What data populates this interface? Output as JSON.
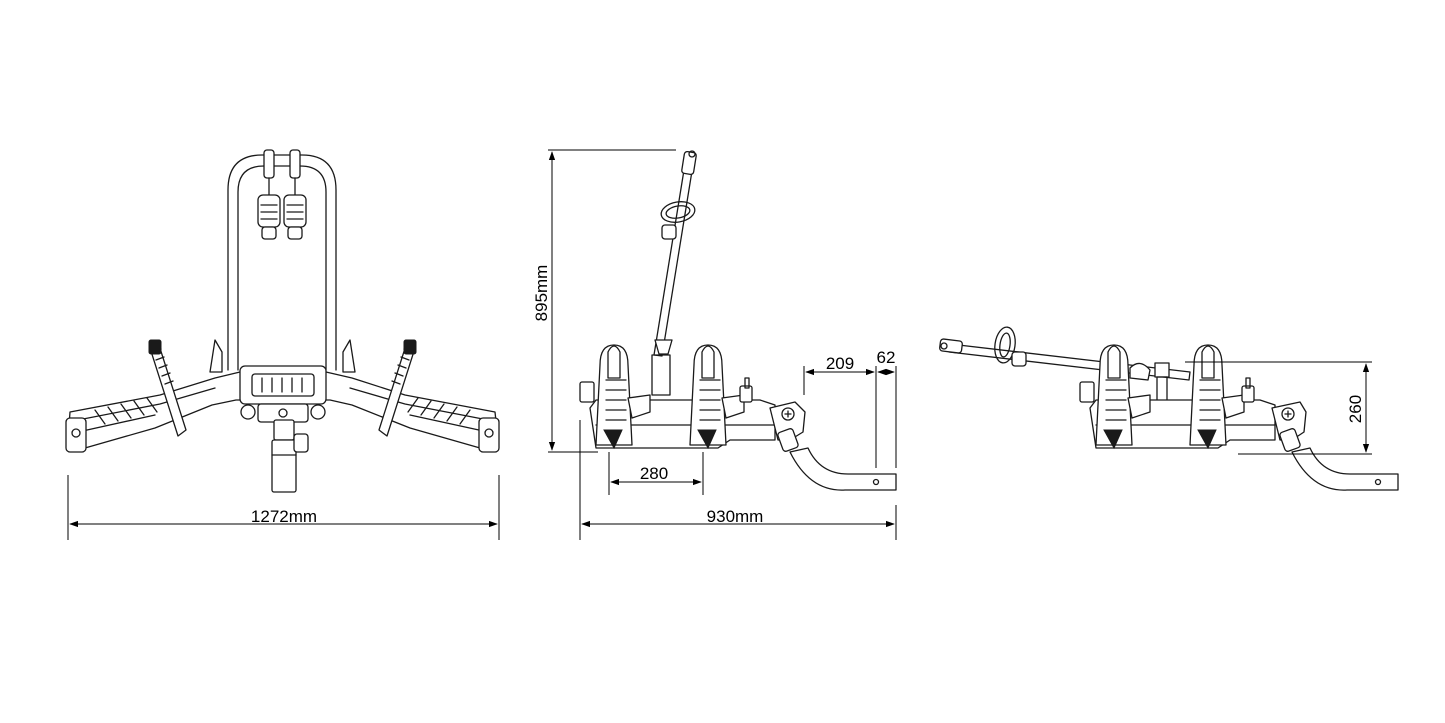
{
  "dimensions": {
    "front_width": "1272mm",
    "side_height": "895mm",
    "side_length": "930mm",
    "wheel_spacing": "280",
    "hitch_offset": "209",
    "hitch_end": "62",
    "tilted_height": "260"
  },
  "colors": {
    "line": "#1a1a1a",
    "background": "#ffffff"
  }
}
